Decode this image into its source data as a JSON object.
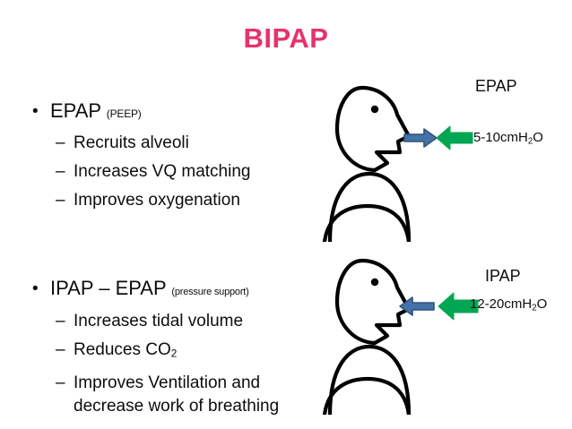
{
  "slide": {
    "title": "BIPAP",
    "title_color": "#E5336B",
    "background_color": "#FFFFFF"
  },
  "content": {
    "blocks": [
      {
        "heading": "EPAP",
        "heading_note": "(PEEP)",
        "items": [
          "Recruits alveoli",
          "Increases VQ matching",
          "Improves oxygenation"
        ]
      },
      {
        "heading": "IPAP – EPAP",
        "heading_note": "(pressure support)",
        "items": [
          "Increases tidal volume",
          "Reduces CO",
          "Improves Ventilation and decrease work of breathing"
        ],
        "item_subscripts": [
          "",
          "2",
          ""
        ]
      }
    ],
    "bullet_glyph": "•",
    "dash_glyph": "–"
  },
  "diagram": {
    "figures": [
      {
        "name": "patient-profile-epap",
        "exhale_arrow": {
          "color": "#4472A8",
          "direction": "right"
        },
        "pressure_arrow": {
          "color": "#00A651",
          "direction": "left"
        }
      },
      {
        "name": "patient-profile-ipap",
        "exhale_arrow": {
          "color": "#4472A8",
          "direction": "left"
        },
        "pressure_arrow": {
          "color": "#00A651",
          "direction": "left"
        }
      }
    ],
    "labels": {
      "epap_title": "EPAP",
      "epap_value_prefix": "5-10cmH",
      "epap_value_sub": "2",
      "epap_value_suffix": "O",
      "ipap_title": "IPAP",
      "ipap_value_prefix": "12-20cmH",
      "ipap_value_sub": "2",
      "ipap_value_suffix": "O"
    },
    "figure_stroke_color": "#000000"
  }
}
